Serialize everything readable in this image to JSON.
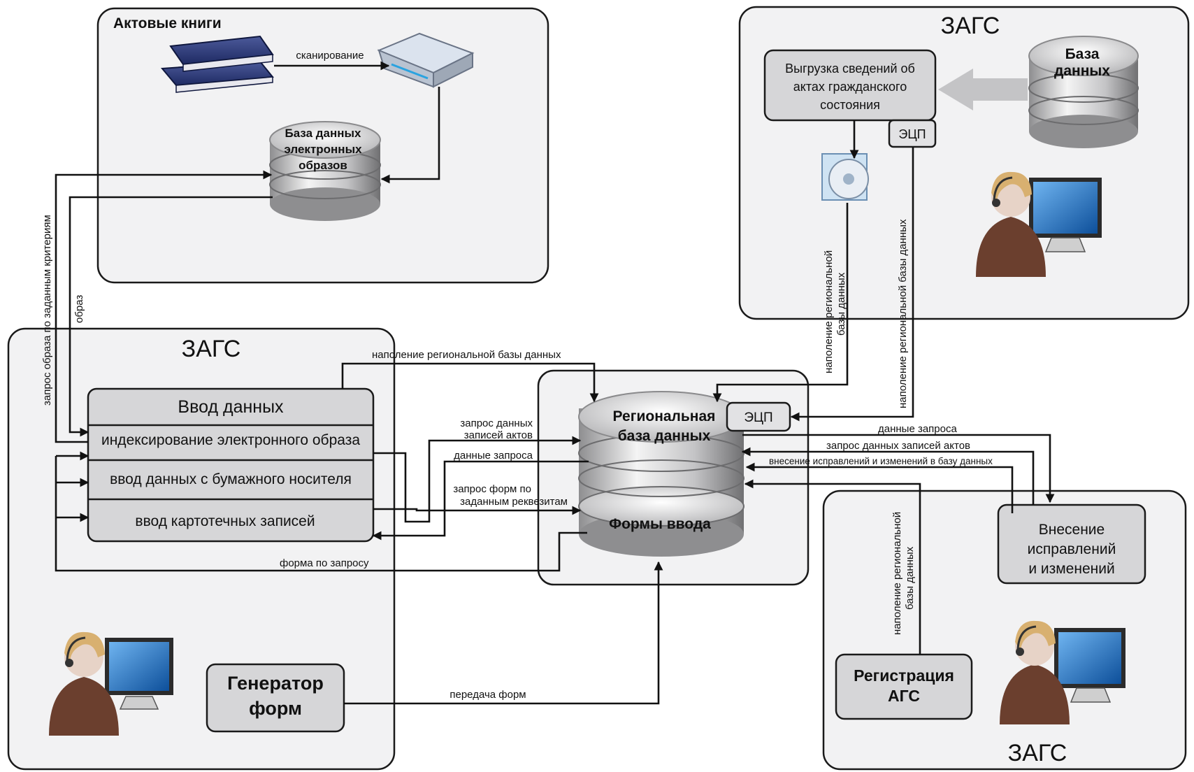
{
  "top_panel": {
    "title": "Актовые книги",
    "scan_label": "сканирование",
    "db_lines": [
      "База данных",
      "электронных",
      "образов"
    ]
  },
  "left_panel": {
    "title": "ЗАГС",
    "input_header": "Ввод данных",
    "rows": [
      "индексирование электронного образа",
      "ввод данных с бумажного носителя",
      "ввод картотечных записей"
    ],
    "generator_lines": [
      "Генератор",
      "форм"
    ]
  },
  "center": {
    "db_lines": [
      "Региональная",
      "база данных"
    ],
    "forms_label": "Формы ввода",
    "ecp_label": "ЭЦП"
  },
  "right_top_panel": {
    "title": "ЗАГС",
    "export_lines": [
      "Выгрузка сведений об",
      "актах гражданского",
      "состояния"
    ],
    "ecp_label": "ЭЦП",
    "db_lines": [
      "База",
      "данных"
    ]
  },
  "right_bottom_panel": {
    "title": "ЗАГС",
    "corrections_lines": [
      "Внесение",
      "исправлений",
      "и изменений"
    ],
    "registration_lines": [
      "Регистрация",
      "АГС"
    ]
  },
  "labels": {
    "image_query": "запрос образа по заданным критериям",
    "image": "образ",
    "fill_regional": "наполение региональной базы данных",
    "records_query_lines": [
      "запрос данных",
      "записей актов"
    ],
    "query_data": "данные запроса",
    "forms_query_lines": [
      "запрос форм по",
      "заданным реквезитам"
    ],
    "form_on_request": "форма по запросу",
    "forms_transfer": "передача форм",
    "fill_regional_cd_lines": [
      "наполение региональной",
      "базы данных"
    ],
    "fill_regional_right": "наполение региональной базы данных",
    "right_query_data": "данные запроса",
    "right_records_query": "запрос данных записей актов",
    "right_corrections": "внесение исправлений и изменений в базу данных",
    "fill_regional_bottom_lines": [
      "наполение региональной",
      "базы данных"
    ]
  },
  "colors": {
    "panel_bg": "#f2f2f3",
    "box_bg": "#d6d6d8",
    "monitor_blue": "#1f6fc0"
  }
}
